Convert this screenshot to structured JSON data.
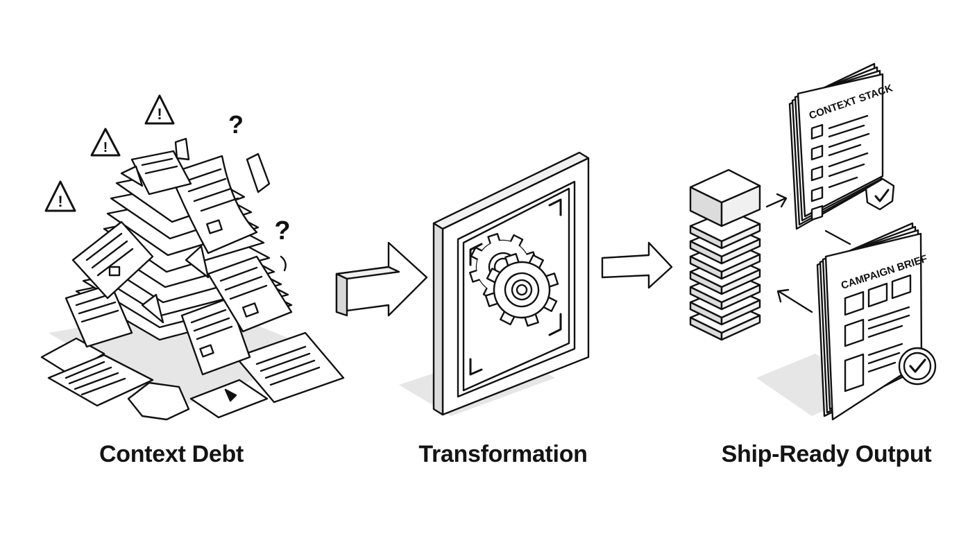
{
  "stages": [
    {
      "id": "debt",
      "caption": "Context Debt",
      "icon": "messy-paper-pile-icon"
    },
    {
      "id": "transform",
      "caption": "Transformation",
      "icon": "gear-frame-icon"
    },
    {
      "id": "output",
      "caption": "Ship-Ready Output",
      "icon": "document-stack-icon"
    }
  ],
  "documents": {
    "context_stack_label": "CONTEXT STACK",
    "campaign_brief_label": "CAMPAIGN BRIEF"
  },
  "marks": {
    "warning": "!",
    "question": "?"
  },
  "colors": {
    "ink": "#111111",
    "shadow": "#e4e4e4",
    "paper": "#ffffff",
    "side": "#d8d8d8"
  }
}
